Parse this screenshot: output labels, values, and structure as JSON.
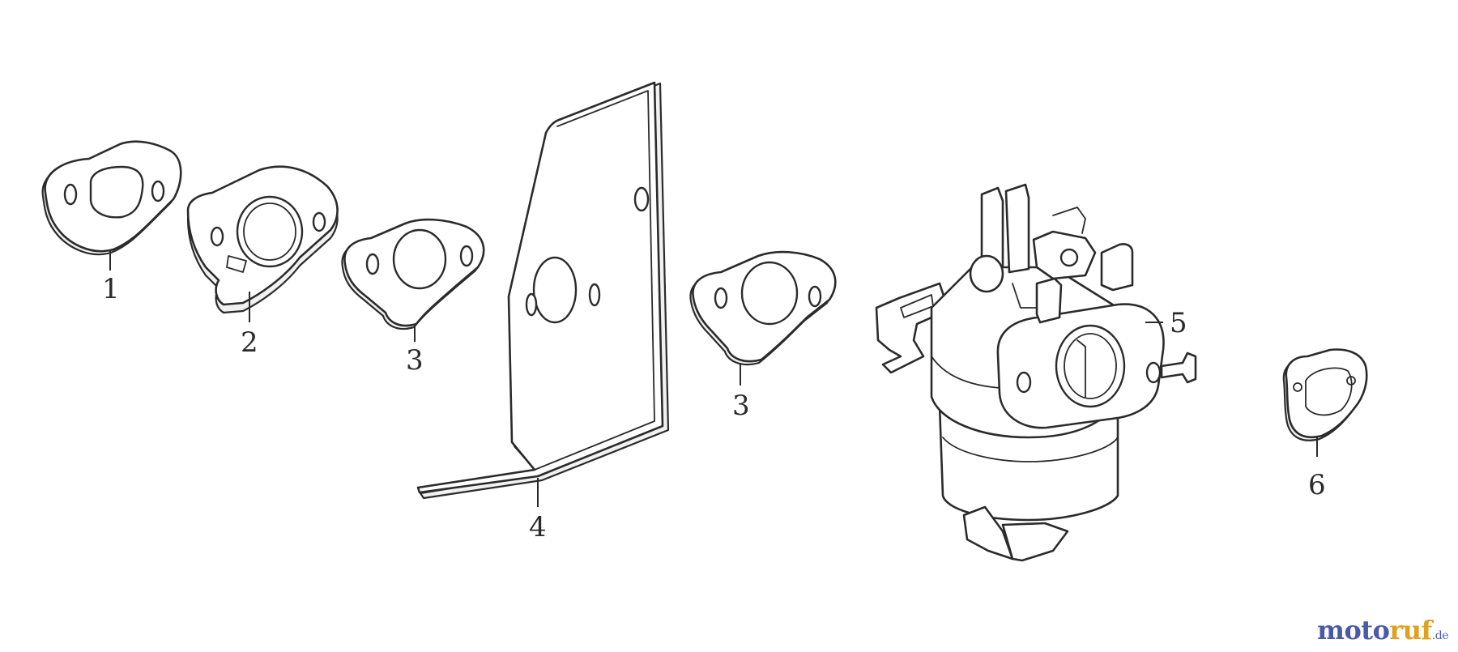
{
  "callouts": {
    "p1": "1",
    "p2": "2",
    "p3a": "3",
    "p4": "4",
    "p3b": "3",
    "p5": "5",
    "p6": "6"
  },
  "watermark": {
    "text_a": "moto",
    "text_b": "ruf",
    "tld": ".de",
    "colors": {
      "primary": "#4a5aa8",
      "accent": "#e0a020"
    }
  }
}
